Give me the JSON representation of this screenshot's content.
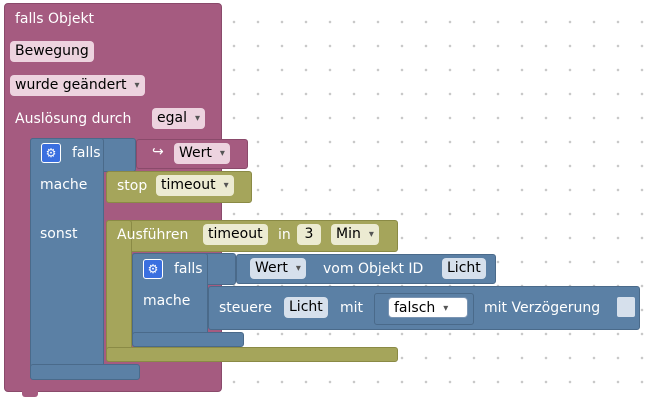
{
  "trigger": {
    "title": "falls Objekt",
    "event_field": "Bewegung",
    "change_dropdown": "wurde geändert",
    "cause_label": "Auslösung durch",
    "cause_dropdown": "egal"
  },
  "outer_if": {
    "if_label": "falls",
    "return_arrow": "↪",
    "condition_dropdown": "Wert",
    "do_label": "mache",
    "else_label": "sonst"
  },
  "stop_block": {
    "label": "stop",
    "timer_dropdown": "timeout"
  },
  "run_block": {
    "label": "Ausführen",
    "timer_field": "timeout",
    "in_label": "in",
    "amount": "3",
    "unit_dropdown": "Min"
  },
  "inner_if": {
    "if_label": "falls",
    "value_dropdown": "Wert",
    "object_label": "vom Objekt ID",
    "object_field": "Licht",
    "do_label": "mache"
  },
  "control_block": {
    "label": "steuere",
    "object_field": "Licht",
    "with_label": "mit",
    "value_dropdown": "falsch",
    "delay_label": "mit Verzögerung"
  },
  "icons": {
    "settings": "gear-icon",
    "arrow": "return-arrow-icon"
  },
  "colors": {
    "trigger": "#a55b80",
    "control": "#5b80a5",
    "timer": "#a5a55b"
  }
}
